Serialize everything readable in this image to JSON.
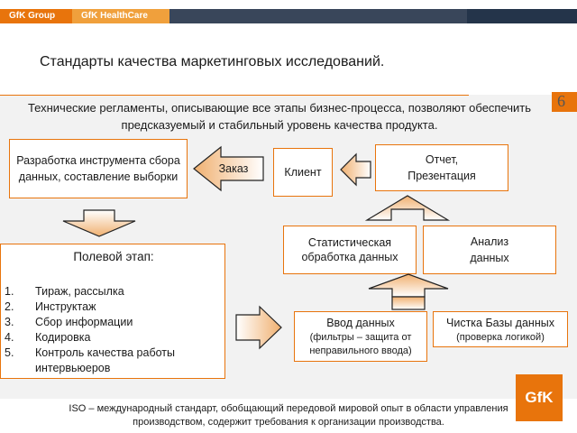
{
  "header": {
    "tab1": "GfK Group",
    "tab2": "GfK HealthCare"
  },
  "title": "Стандарты качества маркетинговых исследований.",
  "page_number": "6",
  "intro": "Технические регламенты, описывающие все этапы бизнес-процесса, позволяют обеспечить предсказуемый и стабильный уровень качества продукта.",
  "boxes": {
    "instrument": "Разработка инструмента сбора данных, составление выборки",
    "order": "Заказ",
    "client": "Клиент",
    "report": "Отчет, Презентация",
    "statistics": "Статистическая обработка данных",
    "analysis": "Анализ данных",
    "data_entry_title": "Ввод данных",
    "data_entry_sub": "(фильтры – защита от неправильного ввода)",
    "cleaning_title": "Чистка Базы данных",
    "cleaning_sub": "(проверка логикой)"
  },
  "field": {
    "title": "Полевой этап:",
    "items": [
      {
        "num": "1.",
        "text": "Тираж, рассылка"
      },
      {
        "num": "2.",
        "text": "Инструктаж"
      },
      {
        "num": "3.",
        "text": "Сбор информации"
      },
      {
        "num": "4.",
        "text": "Кодировка"
      },
      {
        "num": "5.",
        "text": "Контроль качества работы интервьюеров"
      }
    ]
  },
  "footer": "ISO – международный стандарт, обобщающий передовой мировой опыт в области управления производством, содержит требования к организации производства.",
  "logo": "GfK",
  "colors": {
    "accent": "#e8740c",
    "header_dark": "#39465a",
    "panel_bg": "#f2f2f2"
  }
}
